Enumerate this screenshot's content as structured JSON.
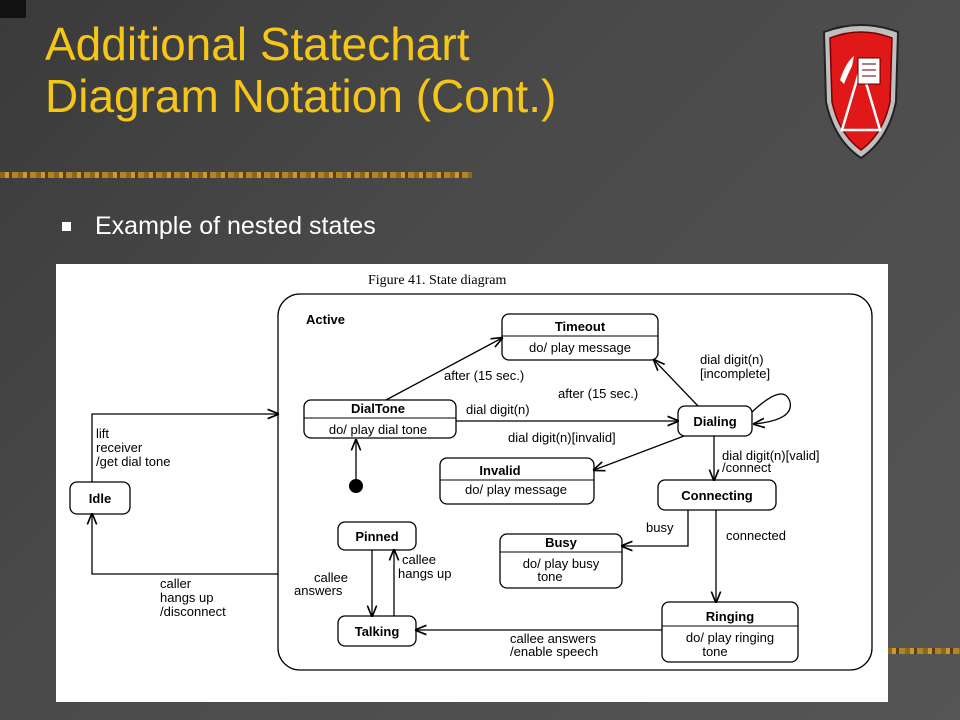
{
  "slide": {
    "title_line1": "Additional Statechart",
    "title_line2": "Diagram Notation (Cont.)",
    "bullet": "Example of nested states",
    "colors": {
      "title": "#f5c518",
      "background": "#4a4a4a",
      "crest_red": "#e01818"
    }
  },
  "diagram": {
    "caption": "Figure 41.  State diagram",
    "superstate": "Active",
    "states": {
      "idle": "Idle",
      "timeout": {
        "name": "Timeout",
        "activity": "do/ play message"
      },
      "dialtone": {
        "name": "DialTone",
        "activity": "do/ play dial tone"
      },
      "dialing": "Dialing",
      "invalid": {
        "name": "Invalid",
        "activity": "do/ play message"
      },
      "connecting": "Connecting",
      "busy": {
        "name": "Busy",
        "activity1": "do/ play busy",
        "activity2": "tone"
      },
      "pinned": "Pinned",
      "talking": "Talking",
      "ringing": {
        "name": "Ringing",
        "activity1": "do/ play ringing",
        "activity2": "tone"
      }
    },
    "transitions": {
      "lift1": "lift",
      "lift2": "receiver",
      "lift3": "/get dial tone",
      "after_dt": "after (15 sec.)",
      "after_di": "after (15 sec.)",
      "digit": "dial digit(n)",
      "self1": "dial digit(n)",
      "self2": "[incomplete]",
      "invalid": "dial digit(n)[invalid]",
      "valid1": "dial digit(n)[valid]",
      "valid2": "/connect",
      "busy": "busy",
      "connected": "connected",
      "answers1": "callee answers",
      "answers2": "/enable speech",
      "callee_ans1": "callee",
      "callee_ans2": "answers",
      "hangs1": "callee",
      "hangs2": "hangs up",
      "caller1": "caller",
      "caller2": "hangs up",
      "caller3": "/disconnect"
    }
  }
}
